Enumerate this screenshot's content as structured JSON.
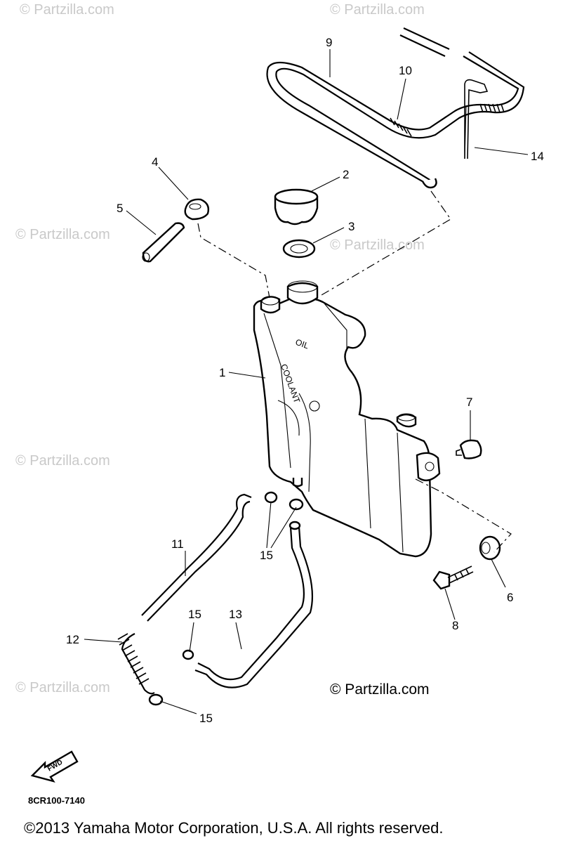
{
  "watermark_text": "© Partzilla.com",
  "callouts": {
    "n1": "1",
    "n2": "2",
    "n3": "3",
    "n4": "4",
    "n5": "5",
    "n6": "6",
    "n7": "7",
    "n8": "8",
    "n9": "9",
    "n10": "10",
    "n11": "11",
    "n12": "12",
    "n13": "13",
    "n14": "14",
    "n15a": "15",
    "n15b": "15",
    "n15c": "15"
  },
  "tank_labels": {
    "coolant": "COOLANT",
    "oil": "OIL"
  },
  "fwd_label": "FWD",
  "diagram_number": "8CR100-7140",
  "partzilla_credit": "© Partzilla.com",
  "copyright": "©2013 Yamaha Motor Corporation, U.S.A. All rights reserved."
}
